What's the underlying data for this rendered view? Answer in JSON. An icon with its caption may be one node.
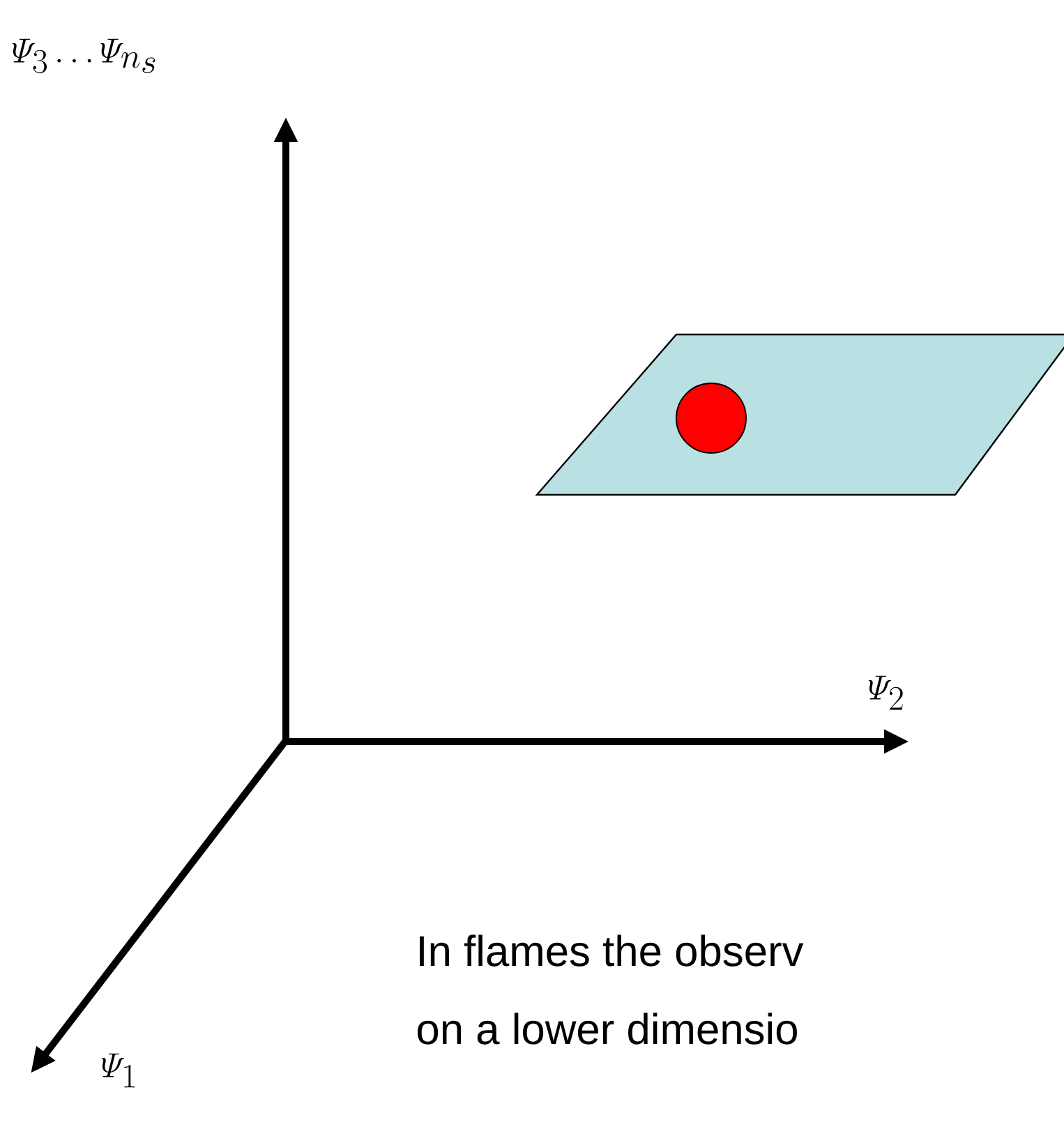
{
  "diagram": {
    "labels": [
      "\\varPsi_{3}\\ldots\\varPsi_{n_s}",
      "\\varPsi_{2}",
      "\\varPsi_{1}",
      "In flames the observ",
      "on a lower dimensio"
    ]
  }
}
